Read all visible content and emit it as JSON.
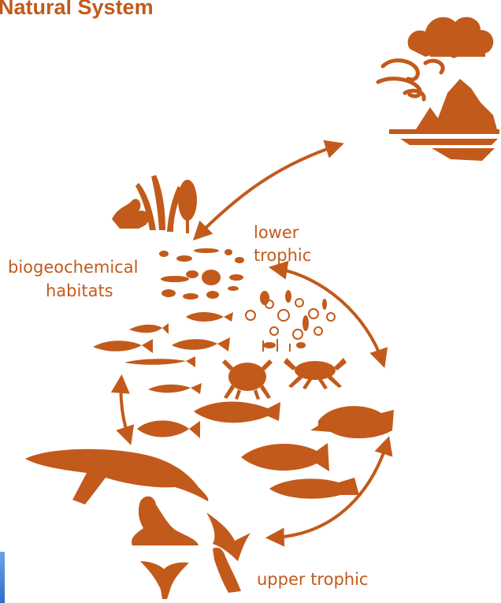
{
  "title": "Natural System",
  "labels": {
    "biogeochemical": "biogeochemical",
    "habitats": "habitats",
    "lower": "lower",
    "trophic": "trophic",
    "upper_trophic": "upper trophic"
  },
  "colors": {
    "primary": "#c25a1b",
    "accent_strip": "#2e6fcc",
    "background": "#ffffff"
  },
  "icons": [
    "cloud-storm-icon",
    "wind-swirl-icon",
    "iceberg-sea-icon",
    "seaweed-icon",
    "plankton-cluster-icon",
    "zooplankton-icon",
    "small-fish-icon",
    "crab-icon",
    "flatfish-icon",
    "cod-icon",
    "salmon-icon",
    "whale-icon",
    "sea-lion-icon",
    "seabird-icon",
    "cormorant-icon",
    "murre-icon",
    "arrow-icon"
  ]
}
